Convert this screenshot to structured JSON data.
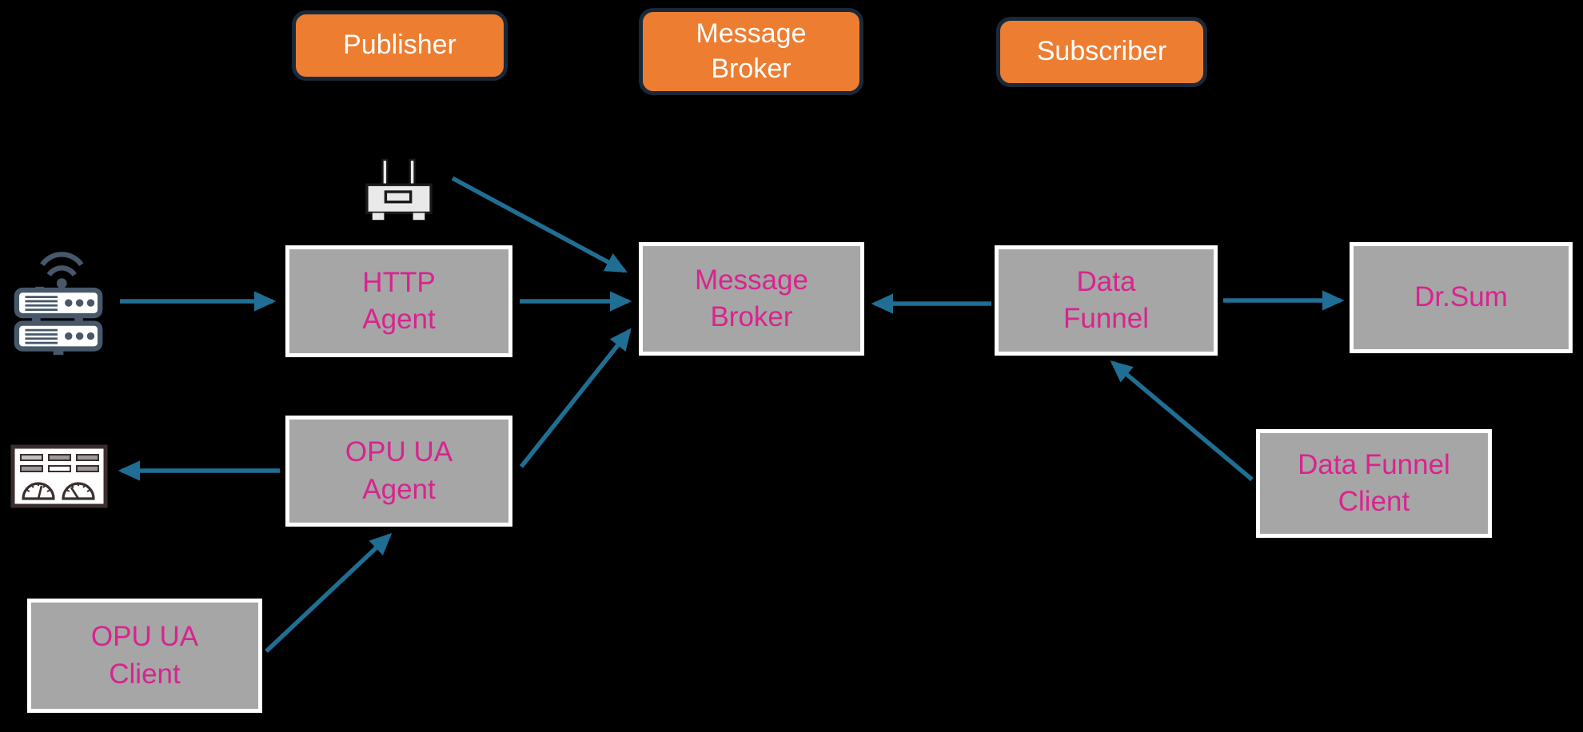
{
  "diagram": {
    "title_roles": {
      "publisher": {
        "label": "Publisher"
      },
      "message_broker": {
        "line1": "Message",
        "line2": "Broker"
      },
      "subscriber": {
        "label": "Subscriber"
      }
    },
    "nodes": {
      "http_agent": {
        "line1": "HTTP",
        "line2": "Agent"
      },
      "message_broker": {
        "line1": "Message",
        "line2": "Broker"
      },
      "data_funnel": {
        "line1": "Data",
        "line2": "Funnel"
      },
      "dr_sum": {
        "label": "Dr.Sum"
      },
      "opu_ua_agent": {
        "line1": "OPU UA",
        "line2": "Agent"
      },
      "opu_ua_client": {
        "line1": "OPU UA",
        "line2": "Client"
      },
      "data_funnel_client": {
        "line1": "Data Funnel",
        "line2": "Client"
      }
    },
    "icons": [
      {
        "name": "wireless-server-icon"
      },
      {
        "name": "router-icon"
      },
      {
        "name": "gauge-panel-icon"
      }
    ],
    "edges": [
      {
        "from": "wireless-server-icon",
        "to": "http_agent"
      },
      {
        "from": "http_agent",
        "to": "message_broker"
      },
      {
        "from": "router-icon",
        "to": "message_broker"
      },
      {
        "from": "opu_ua_agent",
        "to": "message_broker"
      },
      {
        "from": "opu_ua_agent",
        "to": "gauge-panel-icon"
      },
      {
        "from": "opu_ua_client",
        "to": "opu_ua_agent"
      },
      {
        "from": "data_funnel",
        "to": "message_broker"
      },
      {
        "from": "data_funnel",
        "to": "dr_sum"
      },
      {
        "from": "data_funnel_client",
        "to": "data_funnel"
      }
    ],
    "colors": {
      "background": "#000000",
      "role_fill": "#ED7D31",
      "role_border": "#17293A",
      "role_text": "#FFFFFF",
      "node_fill": "#A6A6A6",
      "node_border": "#FFFFFF",
      "node_text": "#D9238F",
      "arrow": "#206E94",
      "server_icon": "#47586B"
    }
  }
}
